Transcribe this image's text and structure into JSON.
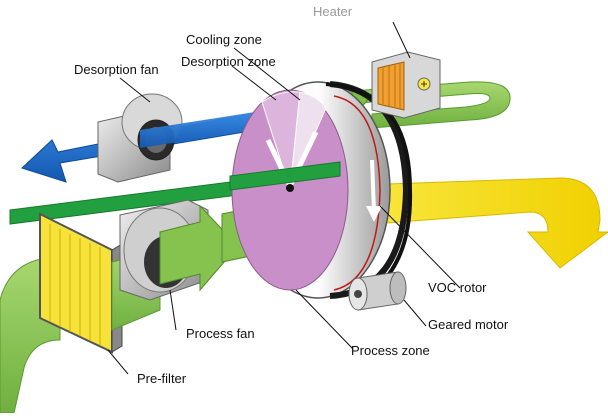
{
  "labels": {
    "heater": "Heater",
    "cooling_zone": "Cooling zone",
    "desorption_zone": "Desorption zone",
    "desorption_fan": "Desorption fan",
    "voc_rotor": "VOC rotor",
    "geared_motor": "Geared motor",
    "process_fan": "Process fan",
    "process_zone": "Process zone",
    "pre_filter": "Pre-filter"
  },
  "colors": {
    "process_air": "#8cc850",
    "clean_air": "#f4e000",
    "desorption_exhaust": "#1f6fd0",
    "hot_air": "#f4a020",
    "rotor_face": "#c98fc9",
    "green_band": "#24a040",
    "motor": "#d8d8d8"
  },
  "icons": [
    "heater-icon",
    "desorption-fan-icon",
    "process-fan-icon",
    "pre-filter-icon",
    "voc-rotor-icon",
    "geared-motor-icon"
  ]
}
